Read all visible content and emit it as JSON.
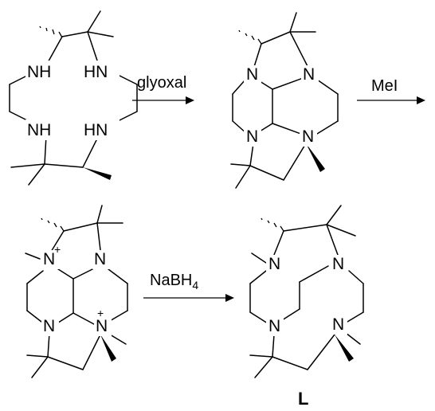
{
  "atoms": {
    "nh": "NH",
    "hn": "HN",
    "n": "N",
    "plus": "+"
  },
  "reagents": {
    "step1": "glyoxal",
    "step2": "MeI",
    "step3_main": "NaBH",
    "step3_sub": "4"
  },
  "product_label": "L"
}
